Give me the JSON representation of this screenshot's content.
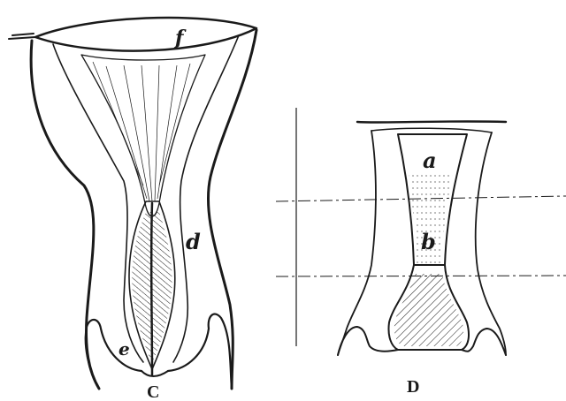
{
  "figure_c": {
    "caption": "C",
    "labels": {
      "f": "f",
      "d": "d",
      "e": "e"
    }
  },
  "figure_d": {
    "caption": "D",
    "labels": {
      "a": "a",
      "b": "b"
    }
  },
  "colors": {
    "ink": "#1a1a1a",
    "paper": "#ffffff"
  }
}
